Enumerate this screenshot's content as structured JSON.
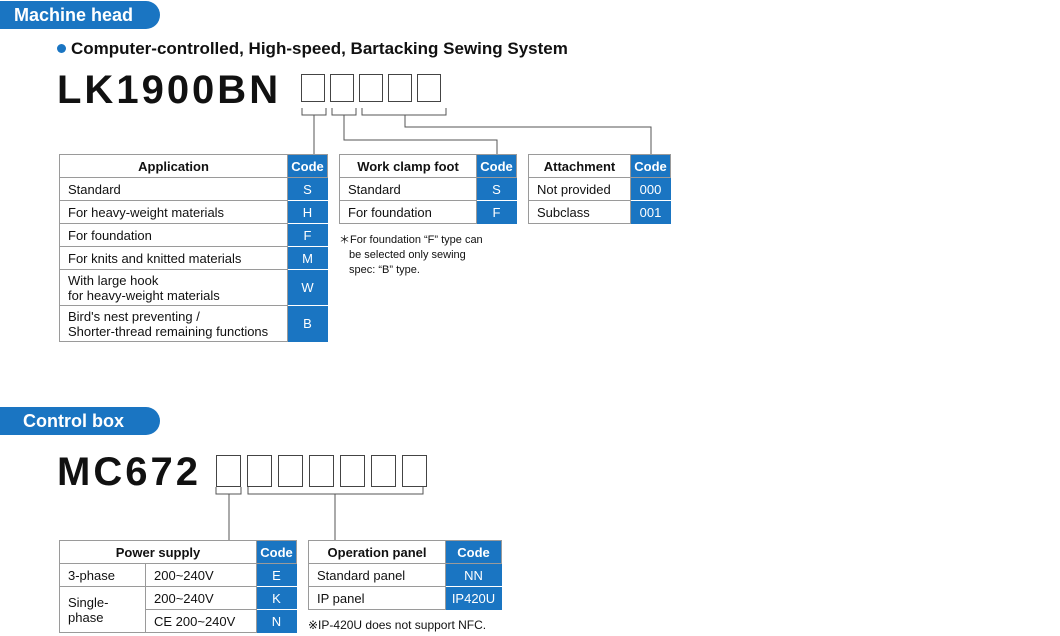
{
  "machine_head": {
    "section_label": "Machine head",
    "subtitle": "Computer-controlled, High-speed, Bartacking Sewing System",
    "model": "LK1900BN",
    "application": {
      "header": "Application",
      "code_header": "Code",
      "rows": [
        {
          "label": "Standard",
          "code": "S"
        },
        {
          "label": "For heavy-weight materials",
          "code": "H"
        },
        {
          "label": "For foundation",
          "code": "F"
        },
        {
          "label": "For knits and knitted materials",
          "code": "M"
        },
        {
          "label_line1": "With large hook",
          "label_line2": "for heavy-weight materials",
          "code": "W"
        },
        {
          "label_line1": "Bird's nest preventing /",
          "label_line2": "Shorter-thread remaining functions",
          "code": "B"
        }
      ]
    },
    "work_clamp_foot": {
      "header": "Work clamp foot",
      "code_header": "Code",
      "rows": [
        {
          "label": "Standard",
          "code": "S"
        },
        {
          "label": "For foundation",
          "code": "F"
        }
      ],
      "note_line1": "＊For foundation “F” type can",
      "note_line2": "be selected only sewing",
      "note_line3": "spec: “B” type."
    },
    "attachment": {
      "header": "Attachment",
      "code_header": "Code",
      "rows": [
        {
          "label": "Not provided",
          "code": "000"
        },
        {
          "label": "Subclass",
          "code": "001"
        }
      ]
    }
  },
  "control_box": {
    "section_label": "Control box",
    "model": "MC672",
    "power_supply": {
      "header": "Power supply",
      "code_header": "Code",
      "three_phase": "3-phase",
      "single_phase": "Single-phase",
      "rows": [
        {
          "voltage": "200~240V",
          "code": "E"
        },
        {
          "voltage": "200~240V",
          "code": "K"
        },
        {
          "voltage": "CE 200~240V",
          "code": "N"
        }
      ]
    },
    "operation_panel": {
      "header": "Operation panel",
      "code_header": "Code",
      "rows": [
        {
          "label": "Standard panel",
          "code": "NN"
        },
        {
          "label": "IP panel",
          "code": "IP420U"
        }
      ],
      "note": "※IP-420U does not support NFC."
    }
  }
}
